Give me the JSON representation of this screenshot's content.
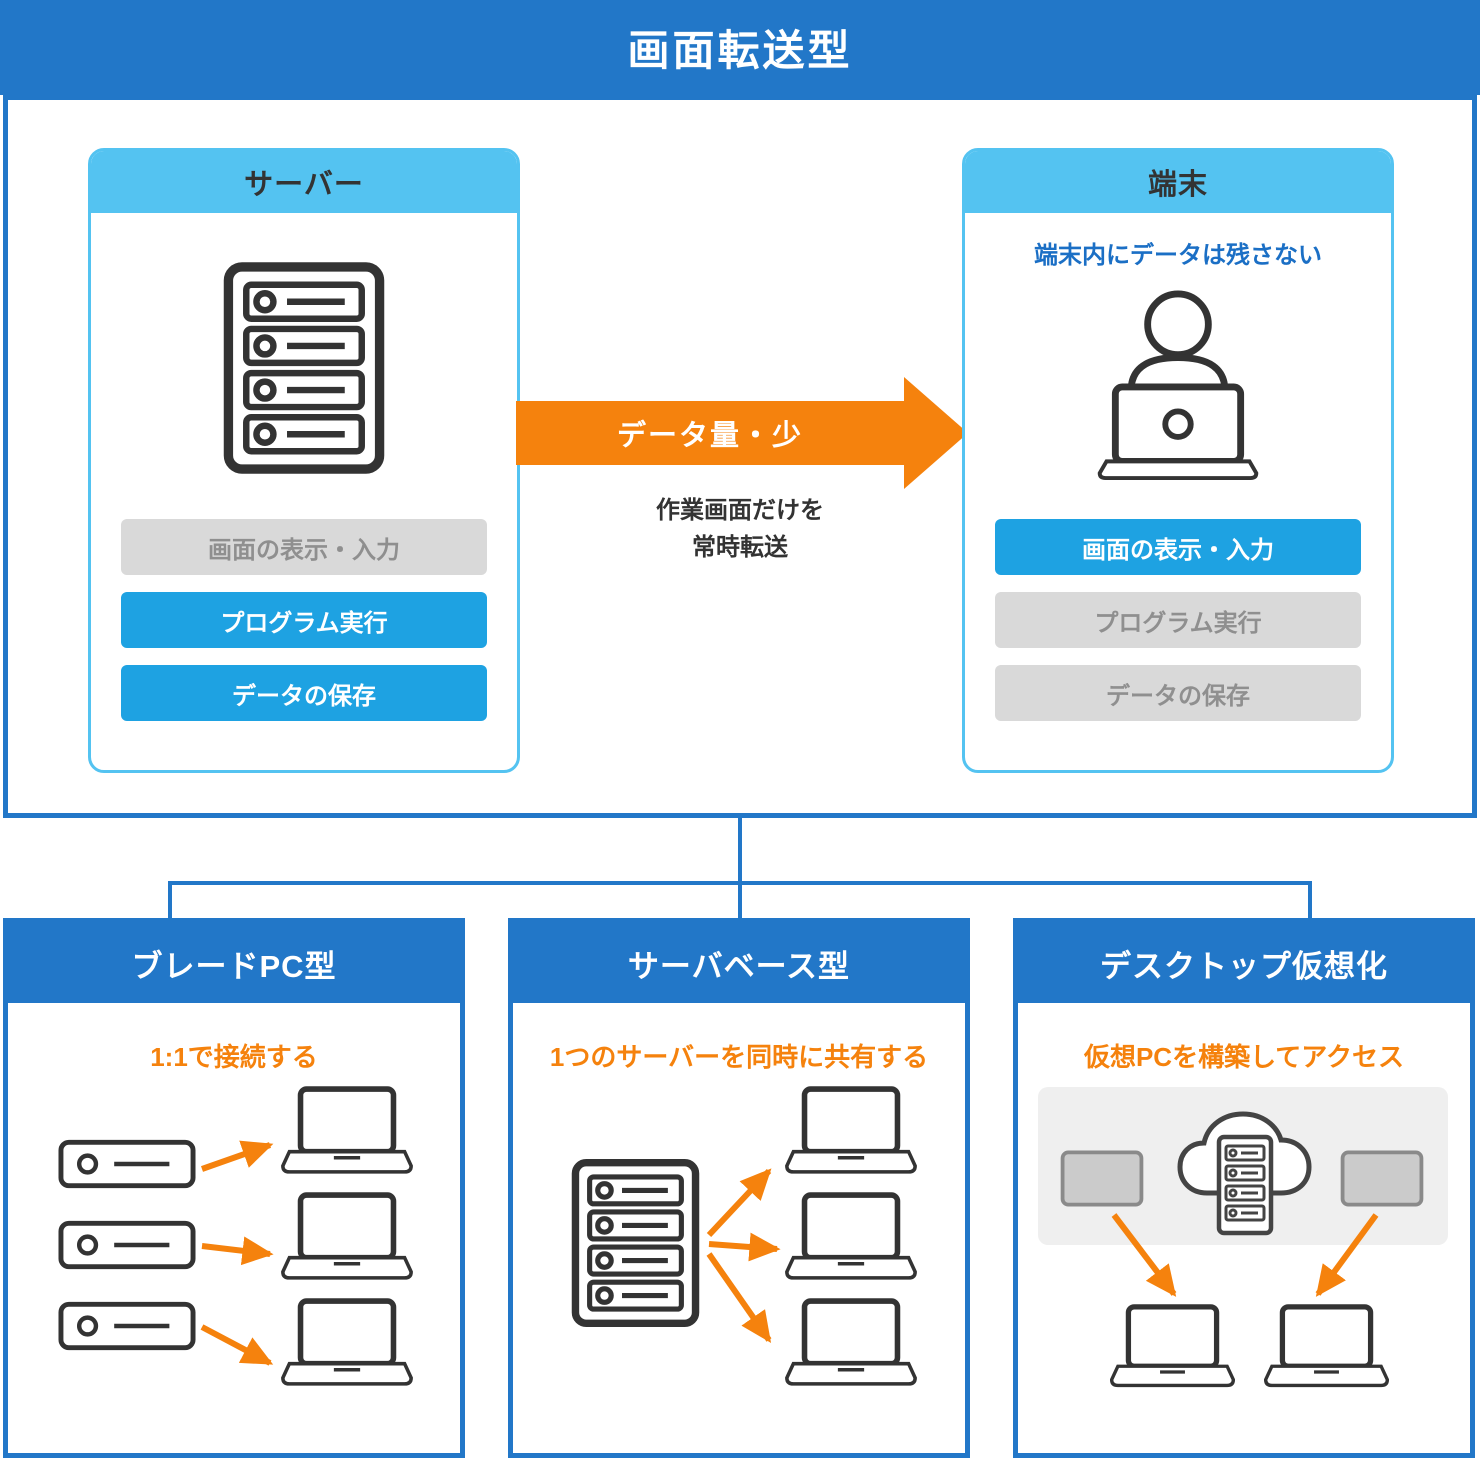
{
  "title": "画面転送型",
  "colors": {
    "primary_blue": "#2277C8",
    "light_blue": "#54C3F1",
    "active_button_blue": "#1EA2E2",
    "inactive_button_gray": "#D9D9D9",
    "accent_orange": "#F5820D"
  },
  "icons": {
    "server_rack": "rack-server-icon",
    "person_at_laptop": "person-laptop-icon",
    "laptop": "laptop-icon",
    "server_unit": "server-unit-icon",
    "cloud_server": "cloud-server-icon",
    "monitor": "monitor-icon",
    "transfer_arrow": "arrow-right-icon"
  },
  "main_diagram": {
    "server_card": {
      "title": "サーバー",
      "functions": [
        {
          "label": "画面の表示・入力",
          "state": "inactive"
        },
        {
          "label": "プログラム実行",
          "state": "active"
        },
        {
          "label": "データの保存",
          "state": "active"
        }
      ]
    },
    "terminal_card": {
      "title": "端末",
      "note": "端末内にデータは残さない",
      "functions": [
        {
          "label": "画面の表示・入力",
          "state": "active"
        },
        {
          "label": "プログラム実行",
          "state": "inactive"
        },
        {
          "label": "データの保存",
          "state": "inactive"
        }
      ]
    },
    "transfer_arrow": {
      "label": "データ量・少",
      "caption": "作業画面だけを\n常時転送"
    }
  },
  "variants": [
    {
      "title": "ブレードPC型",
      "subtitle": "1:1で接続する"
    },
    {
      "title": "サーバベース型",
      "subtitle": "1つのサーバーを同時に共有する"
    },
    {
      "title": "デスクトップ仮想化",
      "subtitle": "仮想PCを構築してアクセス"
    }
  ]
}
